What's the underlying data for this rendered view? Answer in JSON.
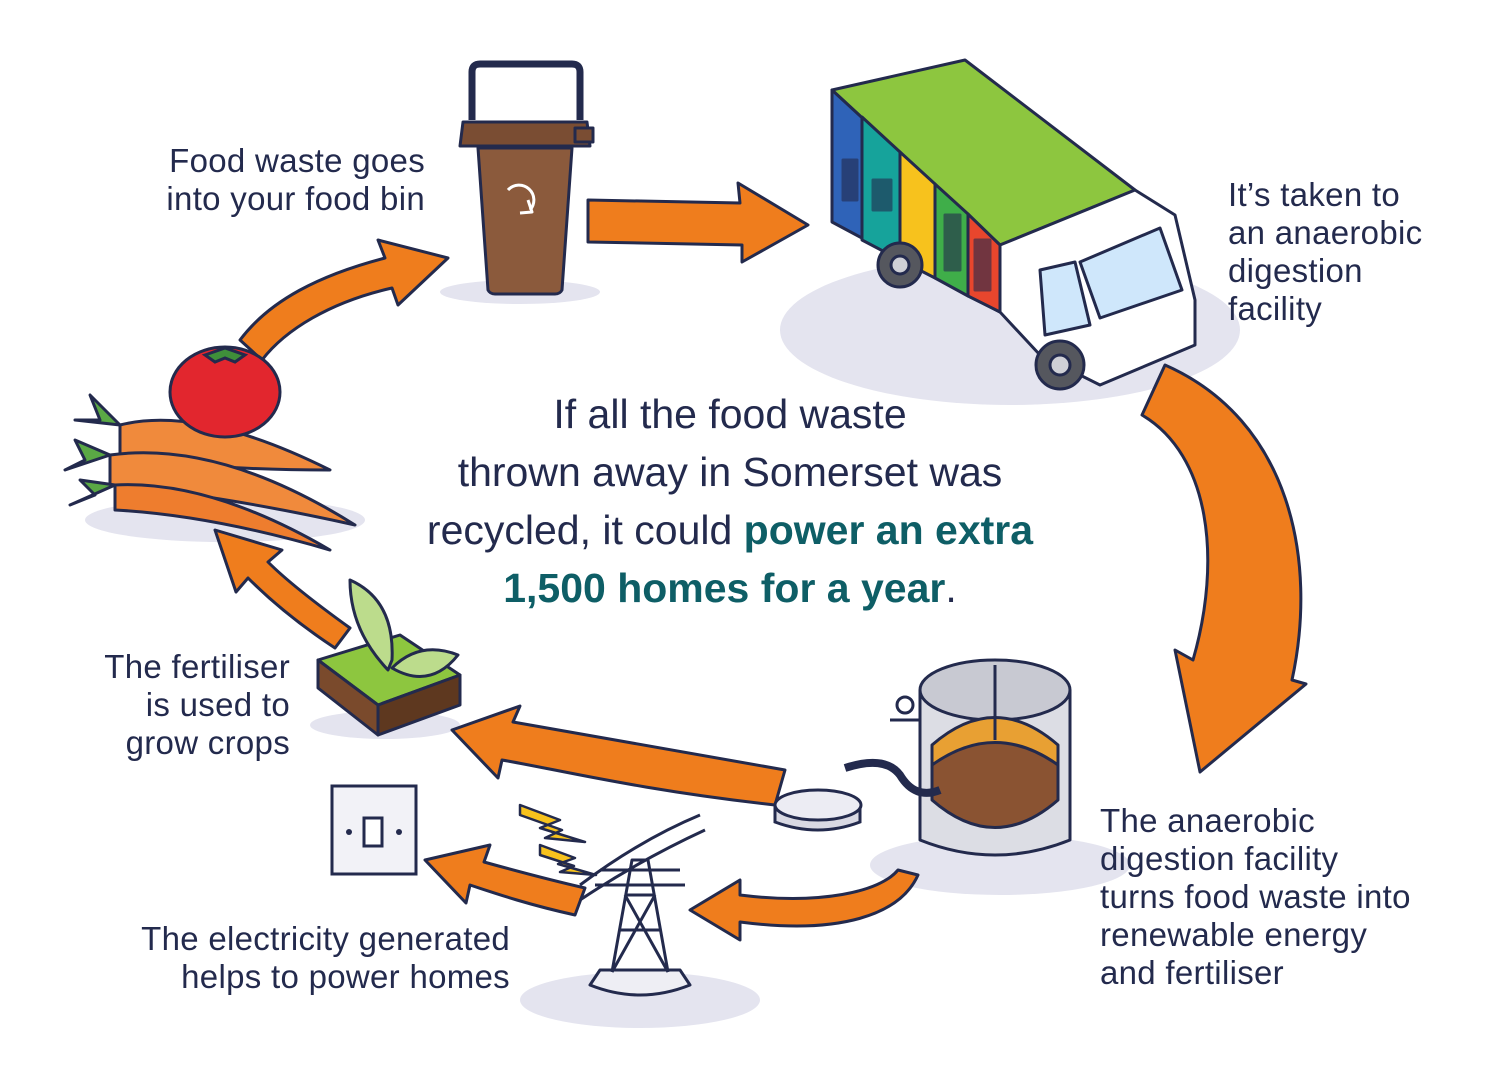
{
  "steps": {
    "bin": {
      "lines": [
        "Food waste goes",
        "into your food bin"
      ]
    },
    "truck": {
      "lines": [
        "It’s taken to",
        "an anaerobic",
        "digestion",
        "facility"
      ]
    },
    "facility": {
      "lines": [
        "The anaerobic",
        "digestion facility",
        "turns food waste into",
        "renewable energy",
        "and fertiliser"
      ]
    },
    "electricity": {
      "lines": [
        "The electricity generated",
        "helps to power homes"
      ]
    },
    "fertiliser": {
      "lines": [
        "The fertiliser",
        "is used to",
        "grow crops"
      ]
    }
  },
  "headline": {
    "line1": "If all the food waste",
    "line2": "thrown away in Somerset was",
    "line3_plain": "recycled, it could ",
    "line3_highlight": "power an extra",
    "line4_highlight": "1,500 homes for a year",
    "line4_end": "."
  },
  "colors": {
    "arrow": "#ef7d1d",
    "outline": "#232a4d",
    "text": "#232a4d",
    "highlight": "#0e5e66",
    "bin": "#8b5a3c",
    "truck_roof": "#8dc63f",
    "shadow": "#e3e3ee"
  },
  "icons": [
    "food-bin-icon",
    "recycle-icon",
    "recycling-truck-icon",
    "digester-tank-icon",
    "gas-holder-icon",
    "pylon-icon",
    "lightning-icon",
    "light-switch-icon",
    "seedling-soil-icon",
    "carrots-icon",
    "tomato-icon"
  ]
}
